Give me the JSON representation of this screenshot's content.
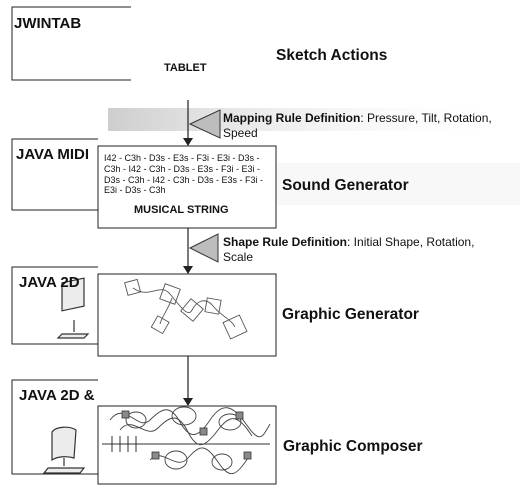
{
  "libraries": {
    "jwintab": "JWINTAB",
    "java_midi": "JAVA MIDI",
    "java_2d": "JAVA 2D",
    "java_2d_and": "JAVA 2D &"
  },
  "stages": {
    "sketch_actions": "Sketch Actions",
    "tablet": "TABLET",
    "sound_generator": "Sound Generator",
    "musical_string": "MUSICAL STRING",
    "graphic_generator": "Graphic Generator",
    "graphic_composer": "Graphic Composer"
  },
  "rules": {
    "mapping_title": "Mapping Rule Definition",
    "mapping_params_1": ": Pressure, Tilt, Rotation,",
    "mapping_params_2": "Speed",
    "shape_title": "Shape Rule Definition",
    "shape_params_1": ": Initial Shape, Rotation,",
    "shape_params_2": "Scale"
  },
  "musical_sequence": "I42 - C3h - D3s - E3s - F3i - E3i - D3s - C3h - I42 - C3h - D3s - E3s - F3i - E3i - D3s - C3h - I42 - C3h - D3s - E3s - F3i - E3i - D3s - C3h",
  "icons": {
    "rule": "triangle-icon",
    "monitor": "monitor-icon"
  }
}
